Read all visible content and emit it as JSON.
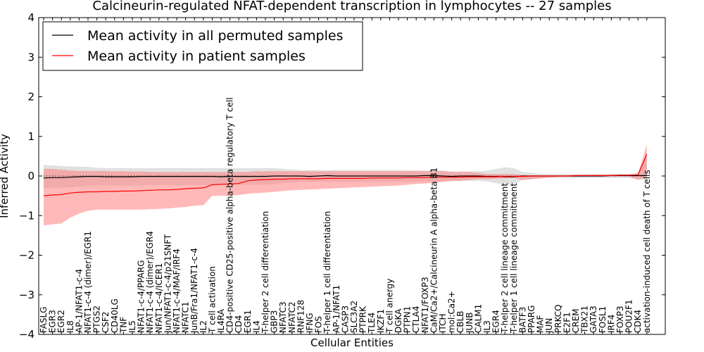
{
  "chart_data": {
    "type": "line",
    "title": "Calcineurin-regulated NFAT-dependent transcription in lymphocytes -- 27 samples",
    "xlabel": "Cellular Entities",
    "ylabel": "Inferred Activity",
    "ylim": [
      -4,
      4
    ],
    "yticks": [
      -4,
      -3,
      -2,
      -1,
      0,
      1,
      2,
      3,
      4
    ],
    "legend_position": "top-left",
    "categories": [
      "FASLG",
      "EGR3",
      "EGR2",
      "IL8",
      "AP-1/NFAT1-c-4",
      "NFAT1-c-4 (dimer)/EGR1",
      "PTGS2",
      "CSF2",
      "CD40LG",
      "TNF",
      "IL5",
      "NFAT1-c-4/PPARG",
      "NFAT1-c-4 (dimer)/EGR4",
      "NFAT1-c-4/ICER1",
      "Jun/NFAT1-c-4/p21SNFT",
      "NFAT1-c-4/MAF/IRF4",
      "NFATC1",
      "JunB/Fra1/NFAT1-c-4",
      "IL2",
      "T cell activation",
      "IL4RA",
      "CD4-positive CD25-positive alpha-beta regulatory T cell",
      "CD4",
      "EGR1",
      "IL4",
      "T-helper 2 cell differentiation",
      "GBP3",
      "NFATC3",
      "NFATC2",
      "RNF128",
      "IFNG",
      "FOS",
      "T-helper 1 cell differentiation",
      "AP-1/NFAT1",
      "CASP3",
      "SLC3A2",
      "PTPRK",
      "TLE4",
      "IKZF1",
      "T cell anergy",
      "DGKA",
      "PTPN1",
      "CTLA4",
      "NFAT1/FOXP3",
      "CaM/Ca2+/Calcineurin A alpha-beta B1",
      "ITCH",
      "mol:Ca2+",
      "CBLB",
      "JUNB",
      "CALM1",
      "IL3",
      "EGR4",
      "T-helper 2 cell lineage commitment",
      "T-helper 1 cell lineage commitment",
      "BATF3",
      "PPARG",
      "MAF",
      "JUN",
      "PRKCQ",
      "E2F1",
      "CREM",
      "TBX21",
      "GATA3",
      "FOSL1",
      "IRF4",
      "FOXP3",
      "POU2F1",
      "CDK4",
      "activation-induced cell death of T cells"
    ],
    "series": [
      {
        "name": "Mean activity in all permuted samples",
        "color": "#000000",
        "band_color": "#c8c8c8",
        "values": [
          -0.05,
          -0.04,
          -0.04,
          -0.03,
          -0.02,
          -0.01,
          -0.01,
          -0.02,
          -0.02,
          -0.02,
          -0.02,
          -0.01,
          -0.01,
          -0.01,
          -0.01,
          -0.01,
          -0.01,
          -0.01,
          -0.01,
          -0.01,
          -0.02,
          -0.01,
          -0.01,
          -0.01,
          -0.01,
          -0.01,
          0.0,
          0.0,
          0.0,
          0.0,
          -0.01,
          0.0,
          0.01,
          0.0,
          0.0,
          0.0,
          0.0,
          0.0,
          0.0,
          0.0,
          0.0,
          0.0,
          0.0,
          0.01,
          0.01,
          0.0,
          -0.01,
          0.0,
          0.0,
          0.0,
          -0.01,
          -0.01,
          -0.02,
          -0.02,
          0.0,
          0.0,
          0.0,
          0.0,
          0.0,
          0.0,
          0.0,
          0.0,
          0.0,
          0.0,
          0.01,
          0.01,
          0.01,
          0.01,
          0.01
        ],
        "upper": [
          0.28,
          0.27,
          0.25,
          0.24,
          0.24,
          0.23,
          0.21,
          0.2,
          0.2,
          0.2,
          0.2,
          0.2,
          0.2,
          0.2,
          0.2,
          0.2,
          0.2,
          0.2,
          0.2,
          0.2,
          0.2,
          0.2,
          0.2,
          0.2,
          0.2,
          0.2,
          0.2,
          0.18,
          0.16,
          0.15,
          0.15,
          0.15,
          0.15,
          0.15,
          0.15,
          0.15,
          0.15,
          0.15,
          0.15,
          0.15,
          0.15,
          0.15,
          0.14,
          0.14,
          0.14,
          0.14,
          0.12,
          0.12,
          0.12,
          0.12,
          0.14,
          0.18,
          0.22,
          0.2,
          0.1,
          0.08,
          0.06,
          0.05,
          0.05,
          0.05,
          0.05,
          0.05,
          0.05,
          0.05,
          0.05,
          0.05,
          0.05,
          0.08,
          0.6
        ],
        "lower": [
          -0.3,
          -0.3,
          -0.3,
          -0.29,
          -0.27,
          -0.25,
          -0.24,
          -0.24,
          -0.24,
          -0.24,
          -0.23,
          -0.23,
          -0.23,
          -0.23,
          -0.23,
          -0.23,
          -0.23,
          -0.23,
          -0.23,
          -0.23,
          -0.23,
          -0.23,
          -0.22,
          -0.22,
          -0.22,
          -0.22,
          -0.2,
          -0.18,
          -0.16,
          -0.15,
          -0.15,
          -0.15,
          -0.15,
          -0.15,
          -0.15,
          -0.15,
          -0.15,
          -0.15,
          -0.15,
          -0.15,
          -0.14,
          -0.14,
          -0.14,
          -0.14,
          -0.14,
          -0.13,
          -0.12,
          -0.12,
          -0.12,
          -0.12,
          -0.14,
          -0.18,
          -0.22,
          -0.2,
          -0.1,
          -0.08,
          -0.06,
          -0.05,
          -0.05,
          -0.05,
          -0.05,
          -0.05,
          -0.05,
          -0.05,
          -0.05,
          -0.05,
          -0.05,
          -0.08,
          -0.1
        ]
      },
      {
        "name": "Mean activity in patient samples",
        "color": "#ff0000",
        "band_color": "#ff8080",
        "values": [
          -0.5,
          -0.48,
          -0.47,
          -0.43,
          -0.41,
          -0.4,
          -0.4,
          -0.39,
          -0.39,
          -0.38,
          -0.38,
          -0.37,
          -0.36,
          -0.35,
          -0.35,
          -0.34,
          -0.32,
          -0.31,
          -0.3,
          -0.22,
          -0.21,
          -0.2,
          -0.19,
          -0.12,
          -0.1,
          -0.09,
          -0.08,
          -0.08,
          -0.07,
          -0.07,
          -0.07,
          -0.07,
          -0.06,
          -0.06,
          -0.06,
          -0.06,
          -0.06,
          -0.05,
          -0.05,
          -0.05,
          -0.05,
          -0.04,
          -0.04,
          -0.04,
          -0.03,
          -0.03,
          -0.03,
          -0.03,
          -0.02,
          -0.02,
          -0.02,
          -0.02,
          -0.01,
          -0.01,
          -0.01,
          0.0,
          0.0,
          0.0,
          0.0,
          0.0,
          0.01,
          0.01,
          0.01,
          0.01,
          0.01,
          0.02,
          0.02,
          0.03,
          0.55
        ],
        "upper": [
          0.18,
          0.18,
          0.16,
          0.14,
          0.13,
          0.13,
          0.13,
          0.12,
          0.12,
          0.12,
          0.11,
          0.11,
          0.1,
          0.1,
          0.1,
          0.1,
          0.1,
          0.1,
          0.1,
          0.1,
          0.1,
          0.1,
          0.1,
          0.1,
          0.12,
          0.12,
          0.12,
          0.12,
          0.12,
          0.12,
          0.12,
          0.12,
          0.12,
          0.12,
          0.12,
          0.12,
          0.12,
          0.12,
          0.12,
          0.12,
          0.12,
          0.12,
          0.12,
          0.12,
          0.12,
          0.12,
          0.1,
          0.1,
          0.1,
          0.08,
          0.05,
          0.05,
          0.05,
          0.05,
          0.02,
          0.02,
          0.02,
          0.02,
          0.02,
          0.02,
          0.02,
          0.02,
          0.03,
          0.03,
          0.03,
          0.03,
          0.03,
          0.05,
          0.8
        ],
        "lower": [
          -1.25,
          -1.22,
          -1.2,
          -1.05,
          -0.95,
          -0.88,
          -0.85,
          -0.85,
          -0.85,
          -0.85,
          -0.85,
          -0.85,
          -0.84,
          -0.83,
          -0.82,
          -0.8,
          -0.78,
          -0.75,
          -0.74,
          -0.5,
          -0.5,
          -0.5,
          -0.48,
          -0.45,
          -0.43,
          -0.42,
          -0.4,
          -0.38,
          -0.36,
          -0.35,
          -0.34,
          -0.33,
          -0.32,
          -0.31,
          -0.3,
          -0.29,
          -0.28,
          -0.27,
          -0.26,
          -0.25,
          -0.24,
          -0.22,
          -0.2,
          -0.19,
          -0.17,
          -0.15,
          -0.13,
          -0.12,
          -0.1,
          -0.08,
          -0.08,
          -0.07,
          -0.06,
          -0.05,
          -0.1,
          -0.08,
          -0.06,
          -0.04,
          -0.02,
          -0.02,
          -0.02,
          -0.01,
          -0.01,
          -0.01,
          -0.01,
          -0.01,
          -0.01,
          -0.1,
          -0.02
        ]
      }
    ]
  }
}
